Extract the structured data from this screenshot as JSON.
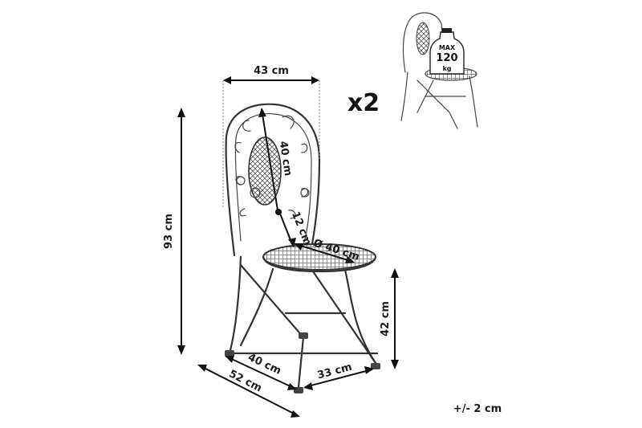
{
  "quantity_label": "x2",
  "tolerance_label": "+/- 2 cm",
  "dimensions": {
    "back_width": "43 cm",
    "total_height": "93 cm",
    "backrest_height": "40 cm",
    "gap": "12 cm",
    "seat_diameter": "Ø 40 cm",
    "seat_height": "42 cm",
    "frame_depth": "40 cm",
    "frame_width": "33 cm",
    "total_depth": "52 cm"
  },
  "load_badge": {
    "line1": "MAX",
    "line2": "120",
    "line3": "kg"
  }
}
